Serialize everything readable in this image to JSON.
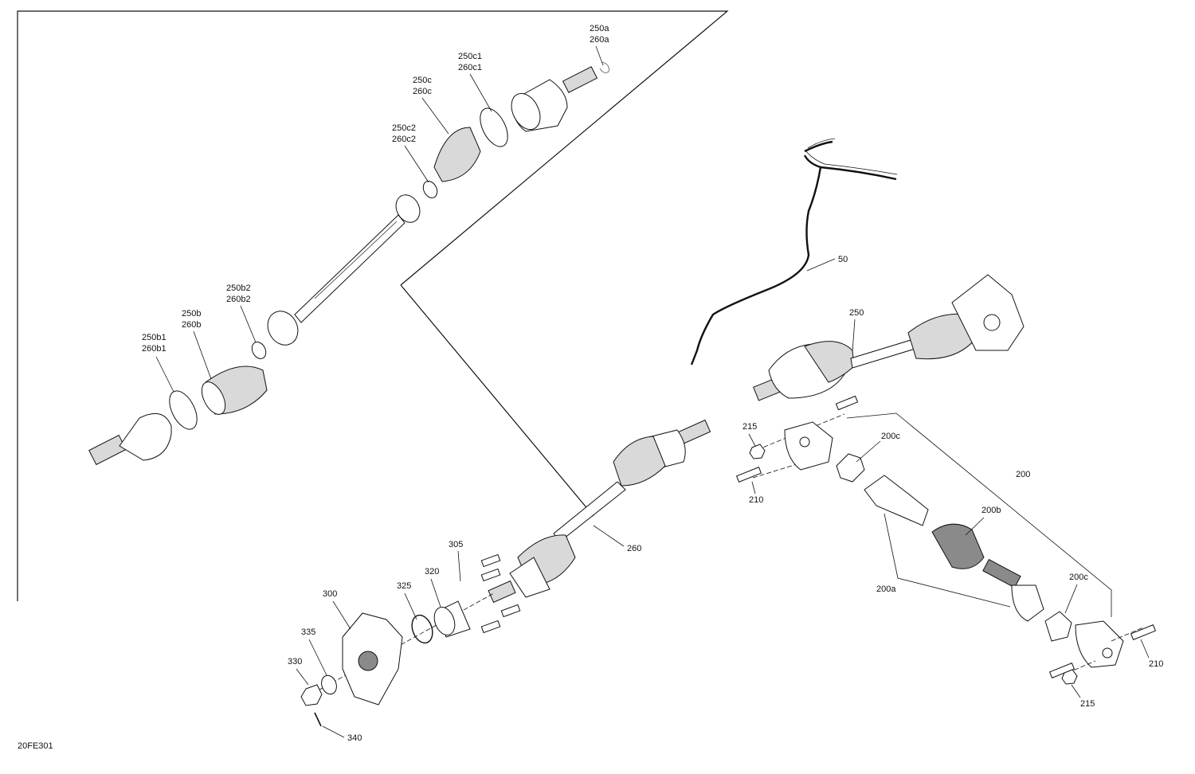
{
  "figure_code": "20FE301",
  "callouts": {
    "c250a": [
      "250a",
      "260a"
    ],
    "c250c1": [
      "250c1",
      "260c1"
    ],
    "c250c": [
      "250c",
      "260c"
    ],
    "c250c2": [
      "250c2",
      "260c2"
    ],
    "c250b2": [
      "250b2",
      "260b2"
    ],
    "c250b": [
      "250b",
      "260b"
    ],
    "c250b1": [
      "250b1",
      "260b1"
    ],
    "c50": [
      "50"
    ],
    "c250": [
      "250"
    ],
    "c260": [
      "260"
    ],
    "c215a": [
      "215"
    ],
    "c210a": [
      "210"
    ],
    "c200c_top": [
      "200c"
    ],
    "c200": [
      "200"
    ],
    "c200b": [
      "200b"
    ],
    "c200a": [
      "200a"
    ],
    "c200c_bot": [
      "200c"
    ],
    "c210b": [
      "210"
    ],
    "c215b": [
      "215"
    ],
    "c305": [
      "305"
    ],
    "c320": [
      "320"
    ],
    "c325": [
      "325"
    ],
    "c300": [
      "300"
    ],
    "c335": [
      "335"
    ],
    "c330": [
      "330"
    ],
    "c340": [
      "340"
    ]
  }
}
